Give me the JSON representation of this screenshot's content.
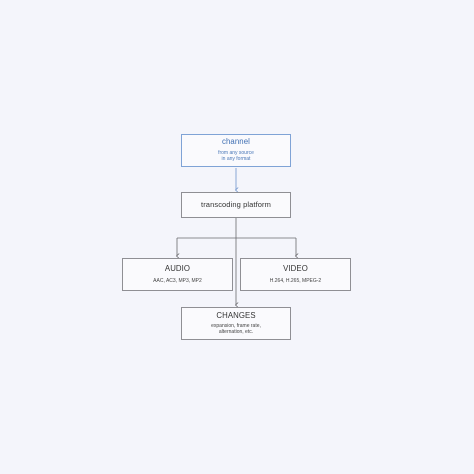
{
  "diagram": {
    "channel": {
      "title": "channel",
      "line1": "from any source",
      "line2": "in any format"
    },
    "platform": {
      "title": "transcoding platform"
    },
    "audio": {
      "title": "AUDIO",
      "formats": "AAC, AC3, MP3, MP2"
    },
    "video": {
      "title": "VIDEO",
      "formats": "H.264, H.265, MPEG-2"
    },
    "changes": {
      "title": "CHANGES",
      "line1": "expansion, frame rate,",
      "line2": "alternation, etc."
    }
  },
  "colors": {
    "background": "#f4f5fb",
    "box_border": "#8f8f94",
    "highlight": "#3f6fb3",
    "highlight_border": "#7fa3d6",
    "connector": "#6a6a6e",
    "connector_highlight": "#6f94cc"
  }
}
